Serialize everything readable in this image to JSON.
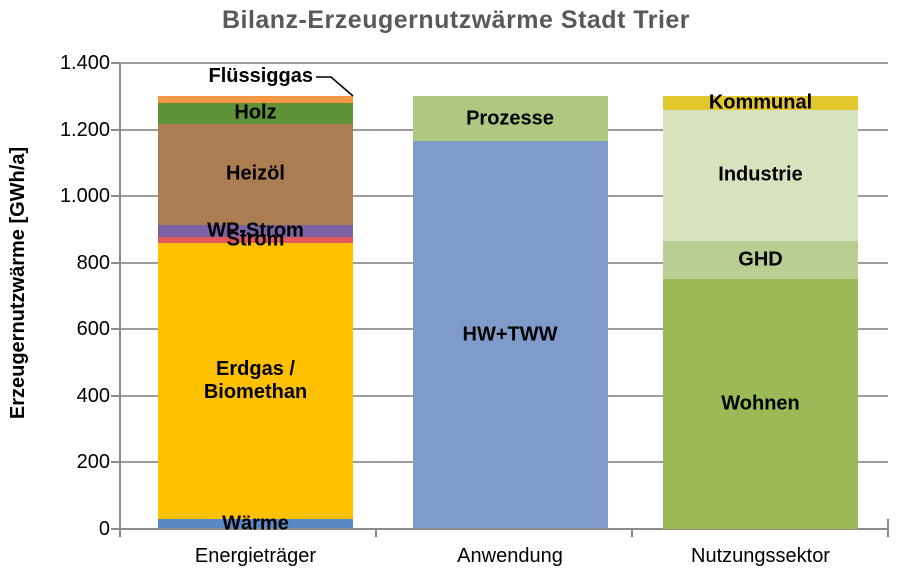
{
  "title": "Bilanz-Erzeugernutzwärme Stadt Trier",
  "y_axis": {
    "label": "Erzeugernutzwärme [GWh/a]",
    "tick_values": [
      0,
      200,
      400,
      600,
      800,
      1000,
      1200,
      1400
    ],
    "tick_labels": [
      "0",
      "200",
      "400",
      "600",
      "800",
      "1.000",
      "1.200",
      "1.400"
    ]
  },
  "x_axis": {
    "categories": [
      "Energieträger",
      "Anwendung",
      "Nutzungssektor"
    ]
  },
  "callout": {
    "label": "Flüssiggas"
  },
  "colors": {
    "title_text": "#595959",
    "axis_line": "#8C8C8C",
    "gridline": "#9C9C9C",
    "label_text": "#000000"
  },
  "chart_data": {
    "type": "bar",
    "stacked": true,
    "title": "Bilanz-Erzeugernutzwärme Stadt Trier",
    "ylabel": "Erzeugernutzwärme [GWh/a]",
    "unit": "GWh/a",
    "ylim": [
      0,
      1400
    ],
    "ytick_step": 200,
    "grid": true,
    "legend": false,
    "bar_total_approx": 1300,
    "categories": [
      "Energieträger",
      "Anwendung",
      "Nutzungssektor"
    ],
    "bars": [
      {
        "category": "Energieträger",
        "segments": [
          {
            "label": "Wärme",
            "value": 30,
            "color": "#5989C5"
          },
          {
            "label": "Erdgas /\nBiomethan",
            "value": 830,
            "color": "#FFC000"
          },
          {
            "label": "Strom",
            "value": 17,
            "color": "#E2585C"
          },
          {
            "label": "WP-Strom",
            "value": 36,
            "color": "#7B62A4"
          },
          {
            "label": "Heizöl",
            "value": 305,
            "color": "#AC7D52"
          },
          {
            "label": "Holz",
            "value": 62,
            "color": "#5E9238"
          },
          {
            "label": "Flüssiggas",
            "value": 20,
            "color": "#F49642",
            "label_outside": true
          }
        ]
      },
      {
        "category": "Anwendung",
        "segments": [
          {
            "label": "HW+TWW",
            "value": 1165,
            "color": "#7F9BCB"
          },
          {
            "label": "Prozesse",
            "value": 135,
            "color": "#ADC981"
          }
        ]
      },
      {
        "category": "Nutzungssektor",
        "segments": [
          {
            "label": "Wohnen",
            "value": 750,
            "color": "#9ABA57"
          },
          {
            "label": "GHD",
            "value": 115,
            "color": "#B9CE93"
          },
          {
            "label": "Industrie",
            "value": 395,
            "color": "#D7E3BF"
          },
          {
            "label": "Kommunal",
            "value": 40,
            "color": "#E3C72F"
          }
        ]
      }
    ]
  }
}
